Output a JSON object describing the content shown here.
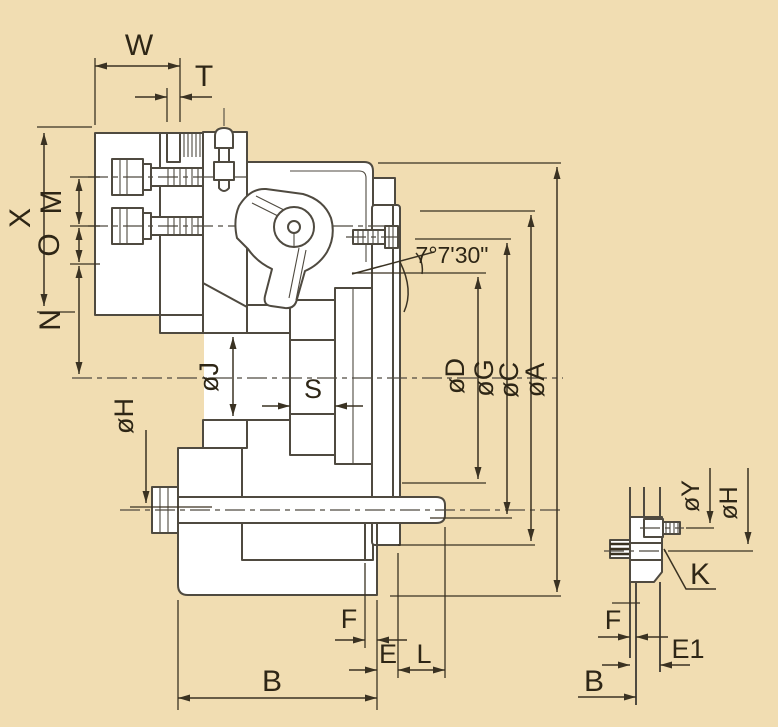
{
  "figure": {
    "type": "technical-drawing",
    "subject": "lathe power chuck cross-section with jaw mounting detail view"
  },
  "colors": {
    "background": "#f1ddb2",
    "part_line": "#4f4a40",
    "part_fill": "#ffffff",
    "dimension": "#3a3222",
    "text": "#2e2616"
  },
  "main_view": {
    "labels": {
      "w": "W",
      "t": "T",
      "x": "X",
      "m": "M",
      "o": "O",
      "n": "N",
      "dia_h": "øH",
      "dia_j": "øJ",
      "s": "S",
      "dia_d": "øD",
      "dia_g": "øG",
      "dia_c": "øC",
      "dia_a": "øA",
      "angle": "7°7'30\"",
      "f": "F",
      "e": "E",
      "l": "L",
      "b": "B"
    }
  },
  "detail_view": {
    "labels": {
      "dia_y": "øY",
      "dia_h": "øH",
      "k": "K",
      "f": "F",
      "e1": "E1",
      "b": "B"
    }
  }
}
